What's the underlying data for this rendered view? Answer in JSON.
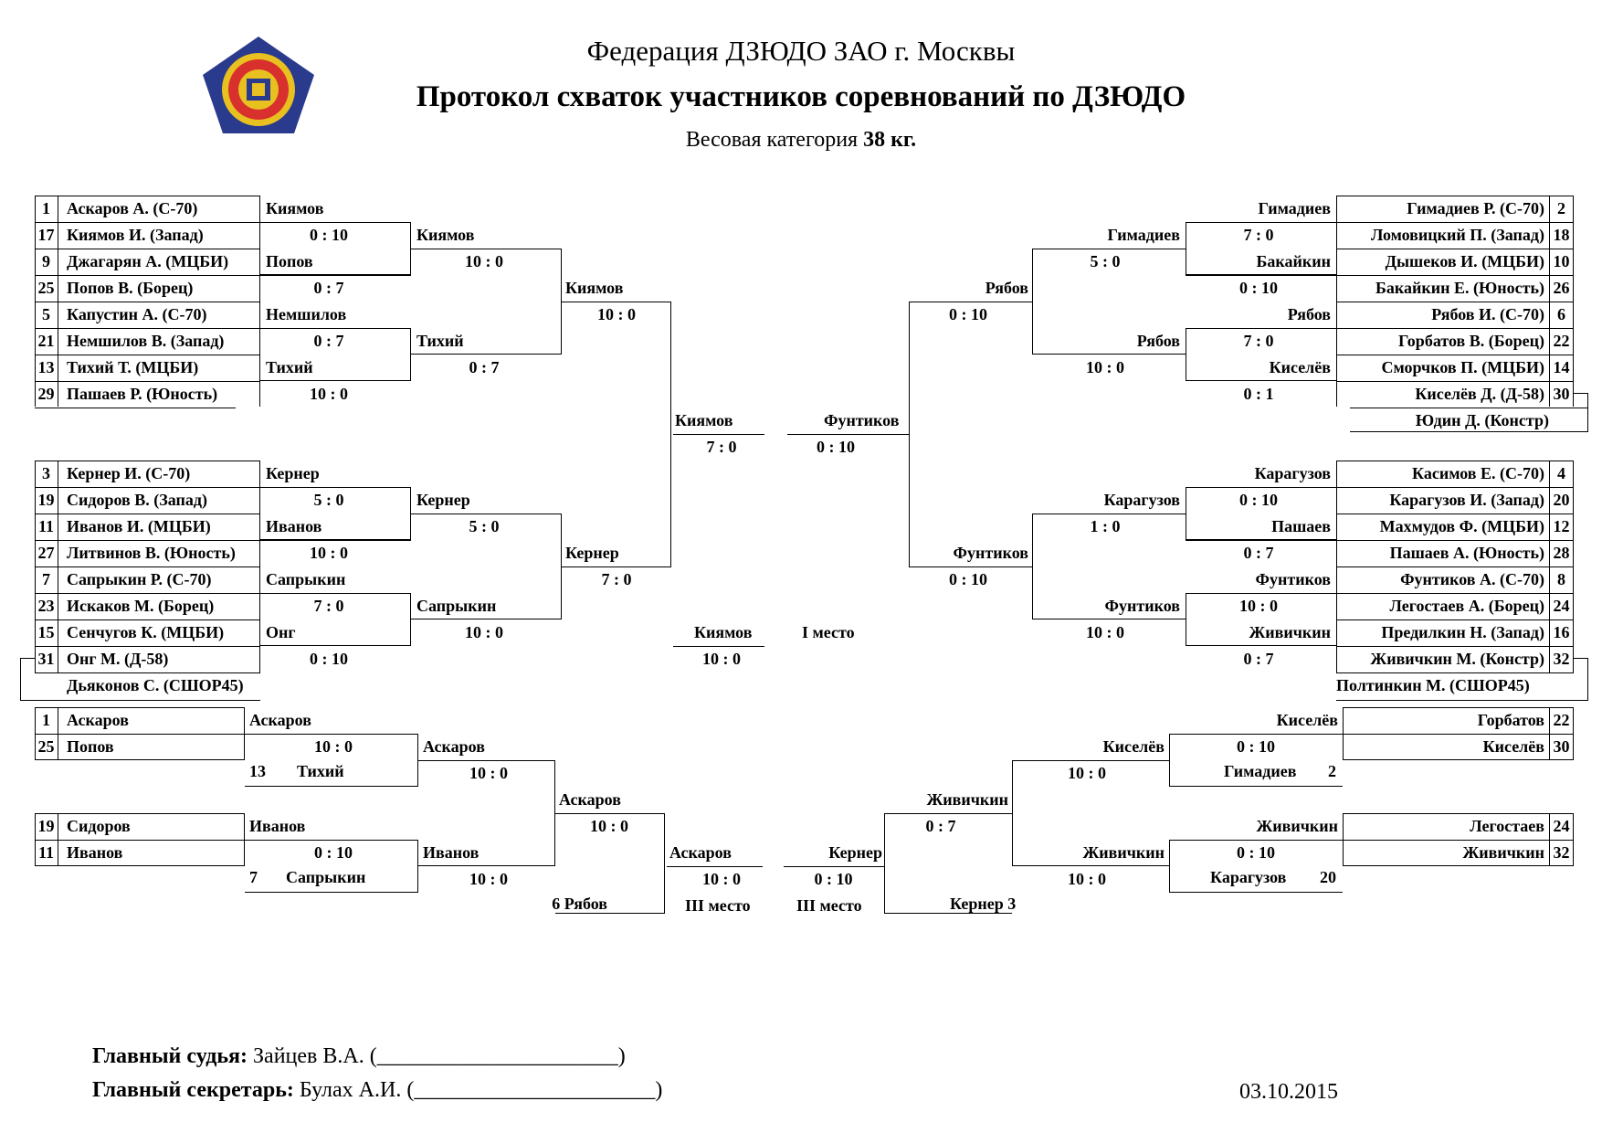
{
  "header": {
    "federation": "Федерация ДЗЮДО ЗАО г. Москвы",
    "title": "Протокол схваток участников соревнований по ДЗЮДО",
    "weight_label": "Весовая категория",
    "weight_value": "38 кг."
  },
  "colors": {
    "emblem_outer": "#2a3a8c",
    "emblem_ring": "#e8c020",
    "emblem_core": "#d8302c"
  },
  "emblem_icon": "judo-federation-emblem",
  "poolA": {
    "rows": [
      {
        "seed": "1",
        "name": "Аскаров А. (С-70)"
      },
      {
        "seed": "17",
        "name": "Киямов И. (Запад)"
      },
      {
        "seed": "9",
        "name": "Джагарян А. (МЦБИ)"
      },
      {
        "seed": "25",
        "name": "Попов В. (Борец)"
      },
      {
        "seed": "5",
        "name": "Капустин А. (С-70)"
      },
      {
        "seed": "21",
        "name": "Немшилов В. (Запад)"
      },
      {
        "seed": "13",
        "name": "Тихий Т. (МЦБИ)"
      },
      {
        "seed": "29",
        "name": "Пашаев Р. (Юность)"
      }
    ],
    "r1": [
      {
        "w": "Киямов",
        "s": "0  :  10"
      },
      {
        "w": "Попов",
        "s": "0  :  7"
      },
      {
        "w": "Немшилов",
        "s": "0  :  7"
      },
      {
        "w": "Тихий",
        "s": "10  :  0"
      }
    ],
    "r2": [
      {
        "w": "Киямов",
        "s": "10  :  0"
      },
      {
        "w": "Тихий",
        "s": "0  :  7"
      }
    ],
    "r3": {
      "w": "Киямов",
      "s": "10  :  0"
    }
  },
  "poolB": {
    "rows": [
      {
        "seed": "3",
        "name": "Кернер И. (С-70)"
      },
      {
        "seed": "19",
        "name": "Сидоров В. (Запад)"
      },
      {
        "seed": "11",
        "name": "Иванов И. (МЦБИ)"
      },
      {
        "seed": "27",
        "name": "Литвинов В. (Юность)"
      },
      {
        "seed": "7",
        "name": "Сапрыкин Р. (С-70)"
      },
      {
        "seed": "23",
        "name": "Искаков М. (Борец)"
      },
      {
        "seed": "15",
        "name": "Сенчугов К. (МЦБИ)"
      },
      {
        "seed": "31",
        "name": "Онг М. (Д-58)"
      }
    ],
    "extra": "Дьяконов С. (СШОР45)",
    "r1": [
      {
        "w": "Кернер",
        "s": "5  :  0"
      },
      {
        "w": "Иванов",
        "s": "10  :  0"
      },
      {
        "w": "Сапрыкин",
        "s": "7  :  0"
      },
      {
        "w": "Онг",
        "s": "0  :  10"
      }
    ],
    "r2": [
      {
        "w": "Кернер",
        "s": "5  :  0"
      },
      {
        "w": "Сапрыкин",
        "s": "10  :  0"
      }
    ],
    "r3": {
      "w": "Кернер",
      "s": "7  :  0"
    }
  },
  "poolC": {
    "rows": [
      {
        "seed": "2",
        "name": "Гимадиев Р. (С-70)"
      },
      {
        "seed": "18",
        "name": "Ломовицкий П. (Запад)"
      },
      {
        "seed": "10",
        "name": "Дышеков И. (МЦБИ)"
      },
      {
        "seed": "26",
        "name": "Бакайкин Е. (Юность)"
      },
      {
        "seed": "6",
        "name": "Рябов И. (С-70)"
      },
      {
        "seed": "22",
        "name": "Горбатов В. (Борец)"
      },
      {
        "seed": "14",
        "name": "Сморчков П. (МЦБИ)"
      },
      {
        "seed": "30",
        "name": "Киселёв Д. (Д-58)"
      }
    ],
    "extra": "Юдин Д. (Констр)",
    "r1": [
      {
        "w": "Гимадиев",
        "s": "7  :  0"
      },
      {
        "w": "Бакайкин",
        "s": "0  :  10"
      },
      {
        "w": "Рябов",
        "s": "7  :  0"
      },
      {
        "w": "Киселёв",
        "s": "0  :  1"
      }
    ],
    "r2": [
      {
        "w": "Гимадиев",
        "s": "5  :  0"
      },
      {
        "w": "Рябов",
        "s": "10  :  0"
      }
    ],
    "r3": {
      "w": "Рябов",
      "s": "0  :  10"
    }
  },
  "poolD": {
    "rows": [
      {
        "seed": "4",
        "name": "Касимов Е. (С-70)"
      },
      {
        "seed": "20",
        "name": "Карагузов И. (Запад)"
      },
      {
        "seed": "12",
        "name": "Махмудов Ф. (МЦБИ)"
      },
      {
        "seed": "28",
        "name": "Пашаев А. (Юность)"
      },
      {
        "seed": "8",
        "name": "Фунтиков А. (С-70)"
      },
      {
        "seed": "24",
        "name": "Легостаев А. (Борец)"
      },
      {
        "seed": "16",
        "name": "Предилкин Н. (Запад)"
      },
      {
        "seed": "32",
        "name": "Живичкин М. (Констр)"
      }
    ],
    "extra": "Полтинкин М. (СШОР45)",
    "r1": [
      {
        "w": "Карагузов",
        "s": "0  :  10"
      },
      {
        "w": "Пашаев",
        "s": "0  :  7"
      },
      {
        "w": "Фунтиков",
        "s": "10  :  0"
      },
      {
        "w": "Живичкин",
        "s": "0  :  7"
      }
    ],
    "r2": [
      {
        "w": "Карагузов",
        "s": "1  :  0"
      },
      {
        "w": "Фунтиков",
        "s": "10  :  0"
      }
    ],
    "r3": {
      "w": "Фунтиков",
      "s": "0  :  10"
    }
  },
  "semis": {
    "left": {
      "w": "Киямов",
      "s": "7  :  0"
    },
    "right": {
      "w": "Фунтиков",
      "s": "0  :  10"
    }
  },
  "final": {
    "w": "Киямов",
    "s": "10  :  0",
    "place": "I место"
  },
  "rep_left": {
    "top": [
      {
        "seed": "1",
        "name": "Аскаров"
      },
      {
        "seed": "25",
        "name": "Попов"
      }
    ],
    "bot": [
      {
        "seed": "19",
        "name": "Сидоров"
      },
      {
        "seed": "11",
        "name": "Иванов"
      }
    ],
    "r1t": {
      "w": "Аскаров",
      "s": "10  :  0",
      "seed": "13",
      "opp": "Тихий"
    },
    "r1b": {
      "w": "Иванов",
      "s": "0  :  10",
      "seed": "7",
      "opp": "Сапрыкин"
    },
    "r2t": {
      "w": "Аскаров",
      "s": "10  :  0"
    },
    "r2b": {
      "w": "Иванов",
      "s": "10  :  0"
    },
    "r3": {
      "w": "Аскаров",
      "s": "10  :  0",
      "opp": "6 Рябов"
    },
    "bronze": {
      "w": "Аскаров",
      "s": "10  :  0",
      "place": "III место"
    }
  },
  "rep_right": {
    "top": [
      {
        "seed": "22",
        "name": "Горбатов"
      },
      {
        "seed": "30",
        "name": "Киселёв"
      }
    ],
    "bot": [
      {
        "seed": "24",
        "name": "Легостаев"
      },
      {
        "seed": "32",
        "name": "Живичкин"
      }
    ],
    "r1t": {
      "w": "Киселёв",
      "s": "0  :  10",
      "seed": "2",
      "opp": "Гимадиев"
    },
    "r1b": {
      "w": "Живичкин",
      "s": "0  :  10",
      "seed": "20",
      "opp": "Карагузов"
    },
    "r2t": {
      "w": "Киселёв",
      "s": "10  :  0"
    },
    "r2b": {
      "w": "Живичкин",
      "s": "10  :  0"
    },
    "r3": {
      "w": "Живичкин",
      "s": "0  :  7",
      "opp": "Кернер 3"
    },
    "bronze": {
      "w": "Кернер",
      "s": "0  :  10",
      "place": "III место"
    }
  },
  "footer": {
    "judge_label": "Главный судья:",
    "judge_name": "Зайцев В.А. (",
    "judge_line": "______________________)",
    "secretary_label": "Главный секретарь:",
    "secretary_name": "Булах А.И. (",
    "secretary_line": "______________________)",
    "date": "03.10.2015"
  }
}
